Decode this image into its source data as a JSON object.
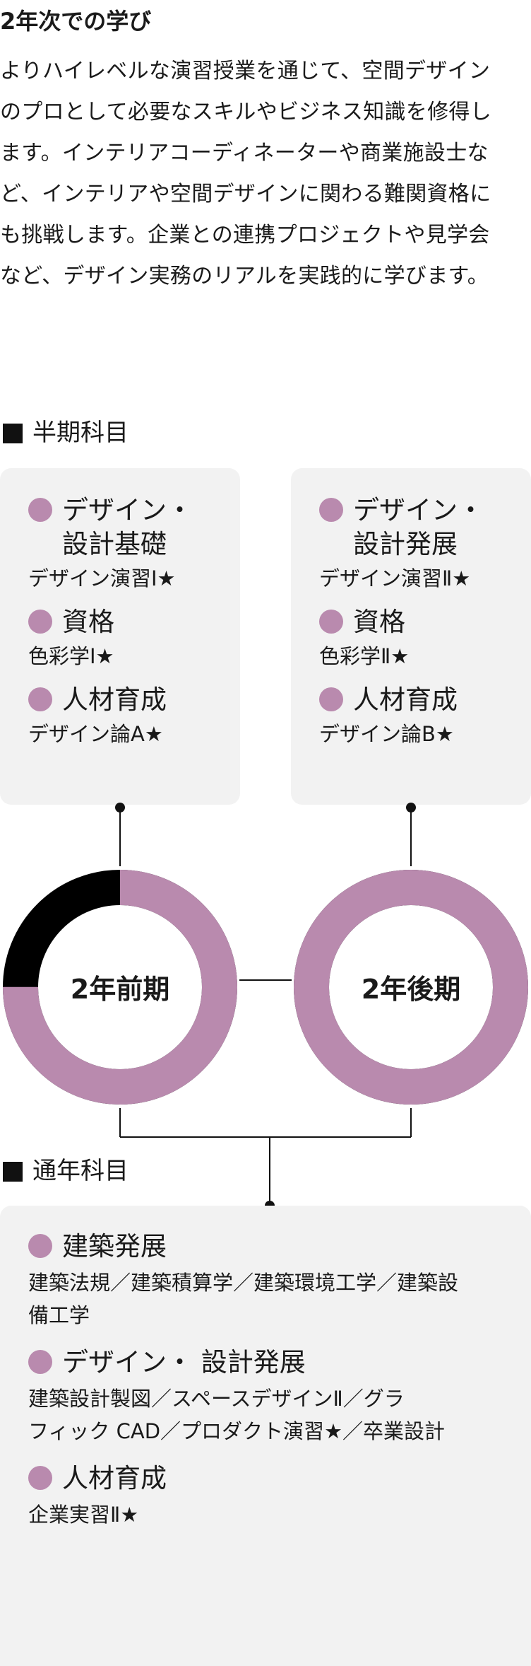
{
  "title": "2年次での学び",
  "intro_lines": [
    "よりハイレベルな演習授業を通じて、空間デザイン",
    "のプロとして必要なスキルやビジネス知識を修得し",
    "ます。インテリアコーディネーターや商業施設士な",
    "ど、インテリアや空間デザインに関わる難関資格に",
    "も挑戦します。企業との連携プロジェクトや見学会",
    "など、デザイン実務のリアルを実践的に学びます。"
  ],
  "semester": {
    "heading": "半期科目",
    "first": {
      "categories": [
        {
          "name_lines": [
            "デザイン・",
            "設計基礎"
          ],
          "subjects": "デザイン演習Ⅰ★"
        },
        {
          "name_lines": [
            "資格"
          ],
          "subjects": "色彩学Ⅰ★"
        },
        {
          "name_lines": [
            "人材育成"
          ],
          "subjects": "デザイン論A★"
        }
      ]
    },
    "second": {
      "categories": [
        {
          "name_lines": [
            "デザイン・",
            "設計発展"
          ],
          "subjects": "デザイン演習Ⅱ★"
        },
        {
          "name_lines": [
            "資格"
          ],
          "subjects": "色彩学Ⅱ★"
        },
        {
          "name_lines": [
            "人材育成"
          ],
          "subjects": "デザイン論B★"
        }
      ]
    }
  },
  "rings": {
    "first_label": "2年前期",
    "second_label": "2年後期",
    "first_progress": 0.75,
    "second_progress": 1.0,
    "fill_color": "#b98aae",
    "remaining_color": "#000000"
  },
  "yearly": {
    "heading": "通年科目",
    "categories": [
      {
        "name": "建築発展",
        "subject_lines": [
          "建築法規／建築積算学／建築環境工学／建築設",
          "備工学"
        ]
      },
      {
        "name": "デザイン・ 設計発展",
        "subject_lines": [
          "建築設計製図／スペースデザインⅡ／グラ",
          "フィック CAD／プロダクト演習★／卒業設計"
        ]
      },
      {
        "name": "人材育成",
        "subject_lines": [
          "企業実習Ⅱ★"
        ]
      }
    ]
  }
}
